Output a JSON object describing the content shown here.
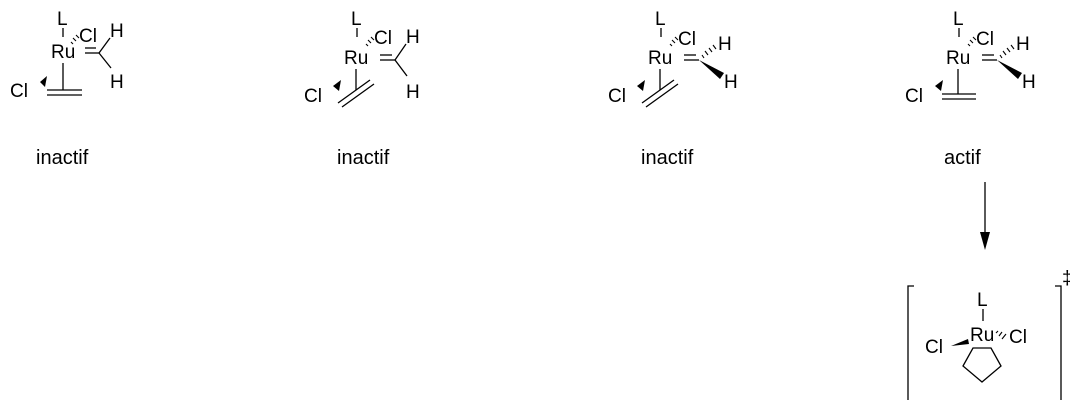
{
  "atoms": {
    "ru": "Ru",
    "cl": "Cl",
    "l": "L",
    "h": "H"
  },
  "captions": [
    "inactif",
    "inactif",
    "inactif",
    "actif"
  ],
  "transition_state": {
    "symbol": "‡"
  }
}
